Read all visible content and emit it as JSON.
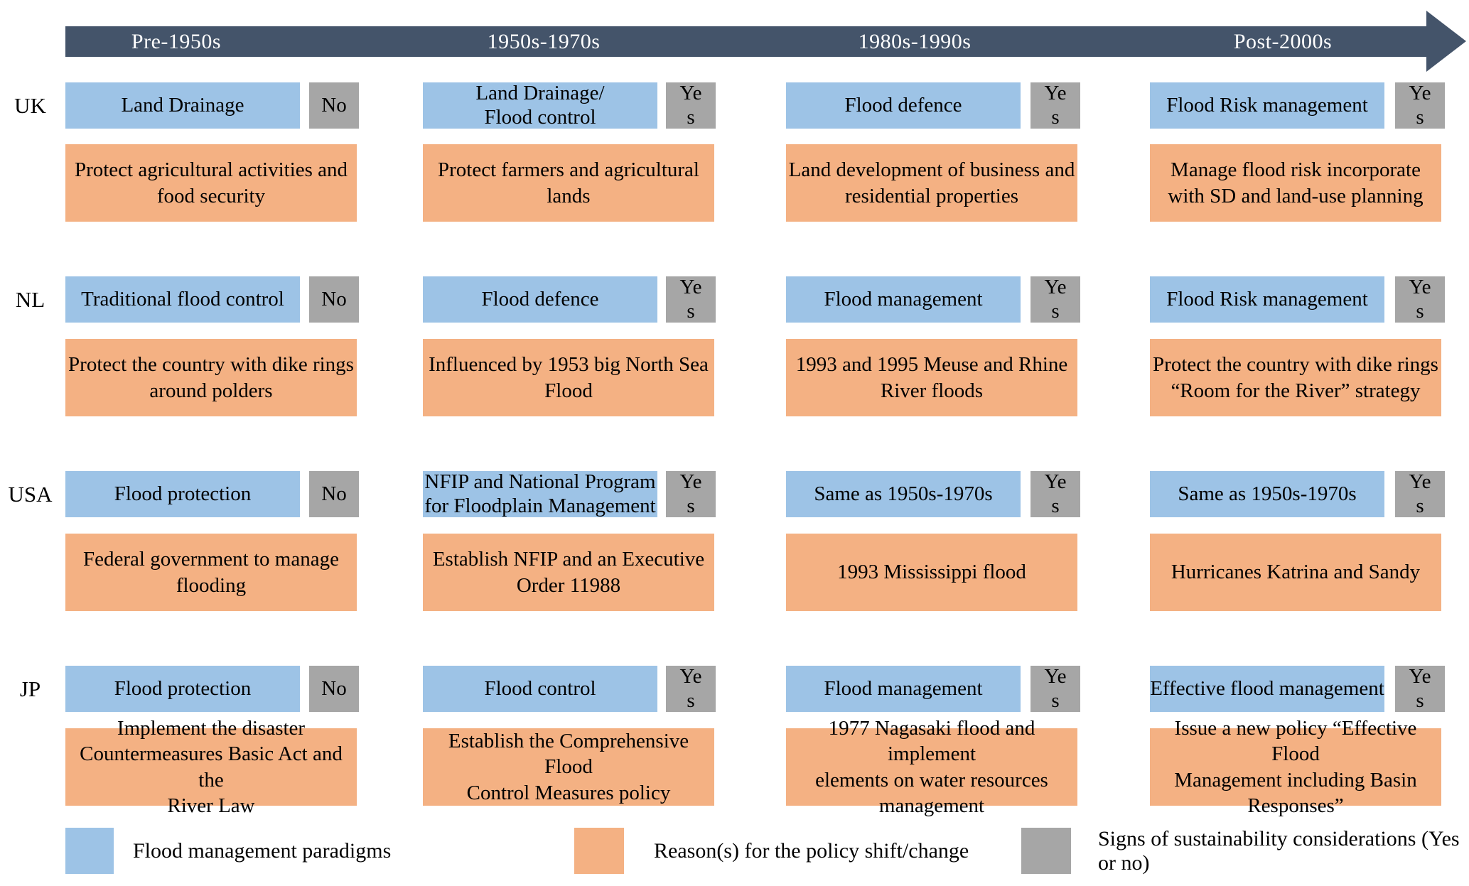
{
  "figure": {
    "description": "Timeline comparison of flood management paradigms in four countries"
  },
  "palette": {
    "paradigm_blue": "#9DC3E6",
    "reason_orange": "#F4B183",
    "sustainability_gray": "#A6A6A6",
    "timeline_dark_blue": "#44546A",
    "background": "#FFFFFF"
  },
  "timeline": {
    "periods": [
      "Pre-1950s",
      "1950s-1970s",
      "1980s-1990s",
      "Post-2000s"
    ]
  },
  "rows": [
    {
      "country": "UK",
      "cells": [
        {
          "paradigm": "Land Drainage",
          "sustainability": "No",
          "reason": "Protect agricultural activities and\nfood security"
        },
        {
          "paradigm": "Land Drainage/\nFlood control",
          "sustainability": "Yes",
          "reason": "Protect farmers and agricultural\nlands"
        },
        {
          "paradigm": "Flood defence",
          "sustainability": "Yes",
          "reason": "Land development of business and\nresidential properties"
        },
        {
          "paradigm": "Flood Risk management",
          "sustainability": "Yes",
          "reason": "Manage flood risk incorporate\nwith SD and land-use planning"
        }
      ]
    },
    {
      "country": "NL",
      "cells": [
        {
          "paradigm": "Traditional flood control",
          "sustainability": "No",
          "reason": "Protect the country with dike rings\naround polders"
        },
        {
          "paradigm": "Flood defence",
          "sustainability": "Yes",
          "reason": "Influenced by 1953 big North Sea\nFlood"
        },
        {
          "paradigm": "Flood management",
          "sustainability": "Yes",
          "reason": "1993 and 1995 Meuse and Rhine\nRiver floods"
        },
        {
          "paradigm": "Flood Risk management",
          "sustainability": "Yes",
          "reason": "Protect the country with dike rings\n“Room for the River” strategy"
        }
      ]
    },
    {
      "country": "USA",
      "cells": [
        {
          "paradigm": "Flood protection",
          "sustainability": "No",
          "reason": "Federal government to manage\nflooding"
        },
        {
          "paradigm": "NFIP and National Program\nfor Floodplain Management",
          "sustainability": "Yes",
          "reason": "Establish NFIP and an Executive\nOrder 11988"
        },
        {
          "paradigm": "Same as 1950s-1970s",
          "sustainability": "Yes",
          "reason": "1993 Mississippi flood"
        },
        {
          "paradigm": "Same as 1950s-1970s",
          "sustainability": "Yes",
          "reason": "Hurricanes Katrina and Sandy"
        }
      ]
    },
    {
      "country": "JP",
      "cells": [
        {
          "paradigm": "Flood protection",
          "sustainability": "No",
          "reason": "Implement the disaster\nCountermeasures Basic Act and the\nRiver Law"
        },
        {
          "paradigm": "Flood control",
          "sustainability": "Yes",
          "reason": "Establish the Comprehensive Flood\nControl Measures policy"
        },
        {
          "paradigm": "Flood management",
          "sustainability": "Yes",
          "reason": "1977 Nagasaki flood and implement\nelements on water resources\nmanagement"
        },
        {
          "paradigm": "Effective flood management",
          "sustainability": "Yes",
          "reason": "Issue a new policy “Effective Flood\nManagement including Basin\nResponses”"
        }
      ]
    }
  ],
  "legend": {
    "items": [
      {
        "swatch_color": "#9DC3E6",
        "label": "Flood management paradigms"
      },
      {
        "swatch_color": "#F4B183",
        "label": "Reason(s)  for the policy shift/change"
      },
      {
        "swatch_color": "#A6A6A6",
        "label": "Signs of sustainability considerations (Yes or no)"
      }
    ]
  }
}
